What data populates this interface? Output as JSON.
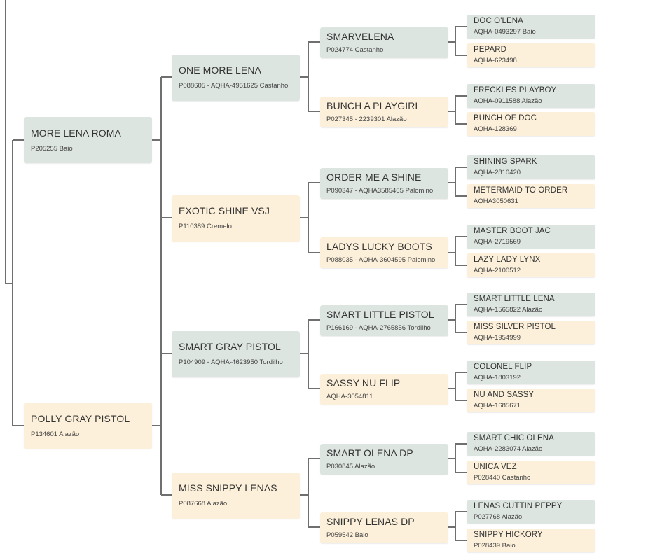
{
  "pedigree": {
    "sire": {
      "name": "MORE LENA ROMA",
      "info": "P205255 Baio"
    },
    "dam": {
      "name": "POLLY GRAY PISTOL",
      "info": "P134601 Alazão"
    },
    "gen2": [
      {
        "name": "ONE MORE LENA",
        "info": "P088605 - AQHA-4951625 Castanho"
      },
      {
        "name": "EXOTIC SHINE VSJ",
        "info": "P110389 Cremelo"
      },
      {
        "name": "SMART GRAY PISTOL",
        "info": "P104909 - AQHA-4623950 Tordilho"
      },
      {
        "name": "MISS SNIPPY LENAS",
        "info": "P087668 Alazão"
      }
    ],
    "gen3": [
      {
        "name": "SMARVELENA",
        "info": "P024774 Castanho"
      },
      {
        "name": "BUNCH A PLAYGIRL",
        "info": "P027345 - 2239301 Alazão"
      },
      {
        "name": "ORDER ME A SHINE",
        "info": "P090347 - AQHA3585465 Palomino"
      },
      {
        "name": "LADYS LUCKY BOOTS",
        "info": "P088035 - AQHA-3604595 Palomino"
      },
      {
        "name": "SMART LITTLE PISTOL",
        "info": "P166169 - AQHA-2765856 Tordilho"
      },
      {
        "name": "SASSY NU FLIP",
        "info": "AQHA-3054811"
      },
      {
        "name": "SMART OLENA DP",
        "info": "P030845 Alazão"
      },
      {
        "name": "SNIPPY LENAS DP",
        "info": "P059542 Baio"
      }
    ],
    "gen4": [
      {
        "name": "DOC O'LENA",
        "info": "AQHA-0493297 Baio"
      },
      {
        "name": "PEPARD",
        "info": "AQHA-623498"
      },
      {
        "name": "FRECKLES PLAYBOY",
        "info": "AQHA-0911588 Alazão"
      },
      {
        "name": "BUNCH OF DOC",
        "info": "AQHA-128369"
      },
      {
        "name": "SHINING SPARK",
        "info": "AQHA-2810420"
      },
      {
        "name": "METERMAID TO ORDER",
        "info": "AQHA3050631"
      },
      {
        "name": "MASTER BOOT JAC",
        "info": "AQHA-2719569"
      },
      {
        "name": "LAZY LADY LYNX",
        "info": "AQHA-2100512"
      },
      {
        "name": "SMART LITTLE LENA",
        "info": "AQHA-1565822 Alazão"
      },
      {
        "name": "MISS SILVER PISTOL",
        "info": "AQHA-1954999"
      },
      {
        "name": "COLONEL FLIP",
        "info": "AQHA-1803192"
      },
      {
        "name": "NU AND SASSY",
        "info": "AQHA-1685671"
      },
      {
        "name": "SMART CHIC OLENA",
        "info": "AQHA-2283074 Alazão"
      },
      {
        "name": "UNICA VEZ",
        "info": "P028440 Castanho"
      },
      {
        "name": "LENAS CUTTIN PEPPY",
        "info": "P027768 Alazão"
      },
      {
        "name": "SNIPPY HICKORY",
        "info": "P028439 Baio"
      }
    ]
  },
  "colors": {
    "sire_bg": "#dde5e0",
    "dam_bg": "#fdf0da",
    "connector": "#6f6f6f"
  }
}
